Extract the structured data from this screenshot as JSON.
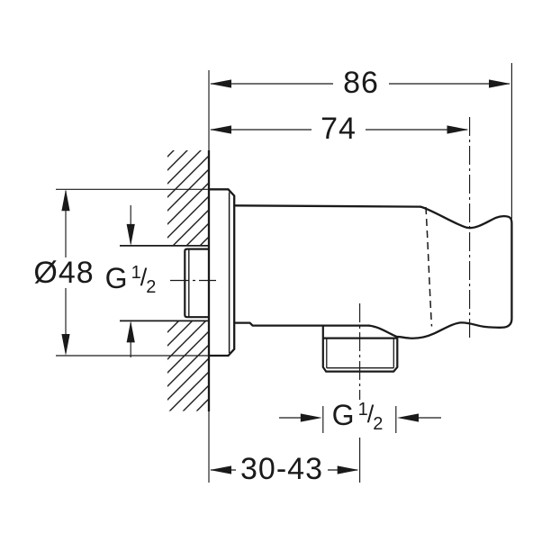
{
  "drawing": {
    "type": "technical-dimension-drawing",
    "subject": "wall-mounted shower outlet elbow with hand shower holder, side section view",
    "colors": {
      "line": "#1a1a1a",
      "background": "#ffffff"
    },
    "labels": {
      "total_depth": "86",
      "holder_depth": "74",
      "flange_diameter": "Ø48",
      "wall_mount_range": "30-43",
      "thread": {
        "prefix": "G",
        "numerator": "1",
        "slash": "/",
        "denominator": "2"
      }
    }
  }
}
